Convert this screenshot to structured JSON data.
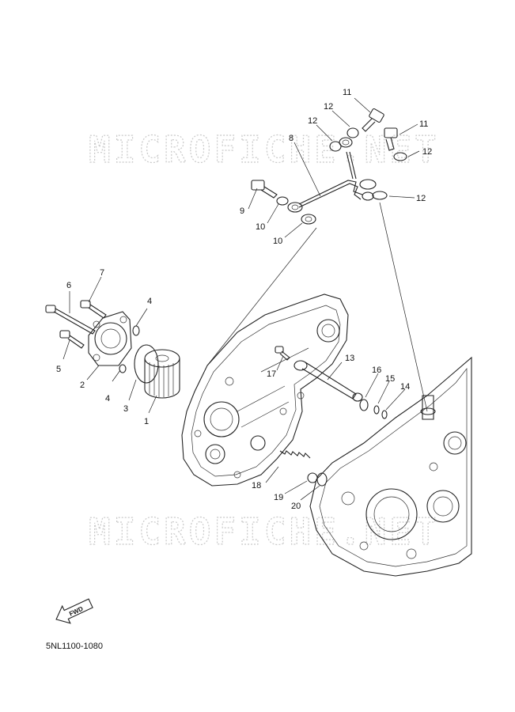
{
  "watermark": "MICROFICHE.NET",
  "fwd_label": "FWD",
  "diagram_code": "5NL1100-1080",
  "callouts": [
    {
      "id": "c1",
      "label": "1"
    },
    {
      "id": "c2",
      "label": "2"
    },
    {
      "id": "c3",
      "label": "3"
    },
    {
      "id": "c4a",
      "label": "4"
    },
    {
      "id": "c4b",
      "label": "4"
    },
    {
      "id": "c5",
      "label": "5"
    },
    {
      "id": "c6",
      "label": "6"
    },
    {
      "id": "c7",
      "label": "7"
    },
    {
      "id": "c8",
      "label": "8"
    },
    {
      "id": "c9",
      "label": "9"
    },
    {
      "id": "c10a",
      "label": "10"
    },
    {
      "id": "c10b",
      "label": "10"
    },
    {
      "id": "c11a",
      "label": "11"
    },
    {
      "id": "c11b",
      "label": "11"
    },
    {
      "id": "c12a",
      "label": "12"
    },
    {
      "id": "c12b",
      "label": "12"
    },
    {
      "id": "c12c",
      "label": "12"
    },
    {
      "id": "c12d",
      "label": "12"
    },
    {
      "id": "c13",
      "label": "13"
    },
    {
      "id": "c14",
      "label": "14"
    },
    {
      "id": "c15",
      "label": "15"
    },
    {
      "id": "c16",
      "label": "16"
    },
    {
      "id": "c17",
      "label": "17"
    },
    {
      "id": "c18",
      "label": "18"
    },
    {
      "id": "c19",
      "label": "19"
    },
    {
      "id": "c20",
      "label": "20"
    }
  ]
}
